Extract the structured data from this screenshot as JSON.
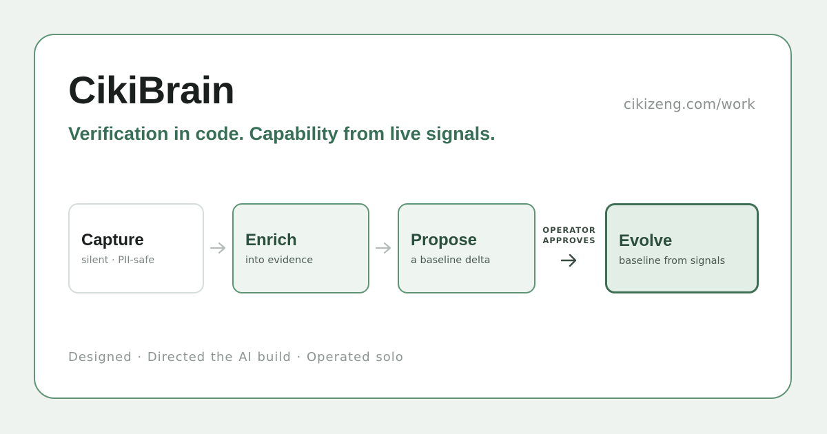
{
  "title": "CikiBrain",
  "url": "cikizeng.com/work",
  "tagline": "Verification in code. Capability from live signals.",
  "steps": [
    {
      "title": "Capture",
      "subtitle": "silent · PII-safe"
    },
    {
      "title": "Enrich",
      "subtitle": "into evidence"
    },
    {
      "title": "Propose",
      "subtitle": "a baseline delta"
    },
    {
      "title": "Evolve",
      "subtitle": "baseline from signals"
    }
  ],
  "approval": {
    "line1": "OPERATOR",
    "line2": "APPROVES"
  },
  "footer": "Designed · Directed the AI build · Operated solo",
  "colors": {
    "background": "#eef3ef",
    "card_border": "#5f9477",
    "accent_text": "#366f55",
    "step_fill": "#eef5f0",
    "final_fill": "#e3efe6",
    "final_border": "#3e6f55"
  },
  "icons": [
    "arrow-right-icon"
  ]
}
